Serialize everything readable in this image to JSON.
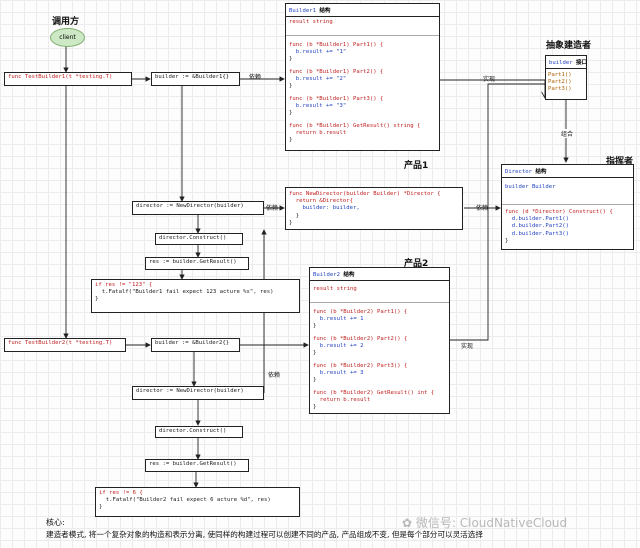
{
  "labels": {
    "caller": "调用方",
    "abstract_builder": "抽象建造者",
    "director_title": "指挥者",
    "product1": "产品1",
    "product2": "产品2"
  },
  "client": "client",
  "edges": {
    "dep1": "依赖",
    "dep2": "依赖",
    "dep3": "依赖",
    "dep4": "依赖",
    "impl1": "实现",
    "impl2": "实现",
    "compose": "组合"
  },
  "builder1": {
    "name": "Builder1",
    "tag": "结构",
    "field": "result string",
    "methods": [
      [
        "func (b *Builder1) Part1() {",
        "  b.result += \"1\"",
        "}"
      ],
      [
        "func (b *Builder1) Part2() {",
        "  b.result += \"2\"",
        "}"
      ],
      [
        "func (b *Builder1) Part3() {",
        "  b.result += \"3\"",
        "}"
      ],
      [
        "func (b *Builder1) GetResult() string {",
        "  return b.result",
        "}"
      ]
    ]
  },
  "builder2": {
    "name": "Builder2",
    "tag": "结构",
    "field": "result string",
    "methods": [
      [
        "func (b *Builder2) Part1() {",
        "  b.result += 1",
        "}"
      ],
      [
        "func (b *Builder2) Part2() {",
        "  b.result += 2",
        "}"
      ],
      [
        "func (b *Builder2) Part3() {",
        "  b.result += 3",
        "}"
      ],
      [
        "func (b *Builder2) GetResult() int {",
        "  return b.result",
        "}"
      ]
    ]
  },
  "iface": {
    "name": "builder",
    "tag": "接口",
    "methods": [
      "Part1()",
      "Part2()",
      "Part3()"
    ]
  },
  "director": {
    "name": "Director",
    "tag": "结构",
    "field": "builder Builder",
    "method": [
      "func (d *Director) Construct() {",
      "  d.builder.Part1()",
      "  d.builder.Part2()",
      "  d.builder.Part3()",
      "}"
    ]
  },
  "newdirector": [
    "func NewDirector(builder Builder) *Director {",
    "  return &Director{",
    "    builder: builder,",
    "  }",
    "}"
  ],
  "tests": {
    "t1": "func TestBuilder1(t *testing.T)",
    "t2": "func TestBuilder2(t *testing.T)"
  },
  "steps1": {
    "s1": "builder := &Builder1{}",
    "s2": "director := NewDirector(builder)",
    "s3": "director.Construct()",
    "s4": "res := builder.GetResult()",
    "s5": [
      "if res != \"123\" {",
      "  t.Fatalf(\"Builder1 fail expect 123 acture %s\", res)",
      "}"
    ]
  },
  "steps2": {
    "s1": "builder := &Builder2{}",
    "s2": "director := NewDirector(builder)",
    "s3": "director.Construct()",
    "s4": "res := builder.GetResult()",
    "s5": [
      "if res != 6 {",
      "  t.Fatalf(\"Builder2 fail expect 6 acture %d\", res)",
      "}"
    ]
  },
  "note": {
    "title": "核心:",
    "body": "建造者模式, 将一个复杂对象的构造和表示分离, 使同样的构建过程可以创建不同的产品, 产品组成不变, 但是每个部分可以灵活选择"
  },
  "watermark": "微信号: CloudNativeCloud"
}
